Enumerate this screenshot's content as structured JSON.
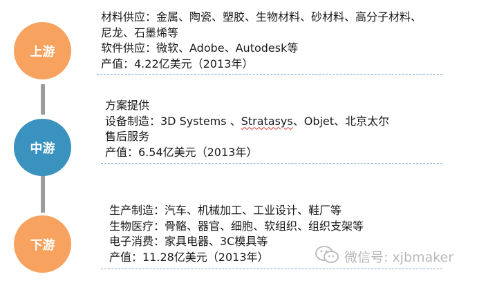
{
  "stages": [
    {
      "label": "上游",
      "lines": [
        "材料供应：金属、陶瓷、塑胶、生物材料、砂材料、高分子材料、",
        "尼龙、石墨烯等",
        "软件供应：微软、Adobe、Autodesk等",
        "产值：4.22亿美元（2013年）"
      ]
    },
    {
      "label": "中游",
      "lines": [
        "方案提供",
        "设备制造：3D Systems 、",
        "Stratasys",
        "、Objet、北京太尔",
        "售后服务",
        "产值：6.54亿美元（2013年）"
      ]
    },
    {
      "label": "下游",
      "lines": [
        "生产制造：汽车、机械加工、工业设计、鞋厂等",
        "生物医疗：骨骼、器官、细胞、软组织、组织支架等",
        "电子消费：家具电器、3C模具等",
        "产值：11.28亿美元（2013年）"
      ]
    }
  ],
  "watermark": {
    "text": "微信号: xjbmaker",
    "icon": "wechat-icon"
  },
  "colors": {
    "upstream": "#f7a25e",
    "midstream": "#3a92bf",
    "downstream": "#f7a25e",
    "connector": "#9b9b9b",
    "separator": "#7ba3cf"
  }
}
